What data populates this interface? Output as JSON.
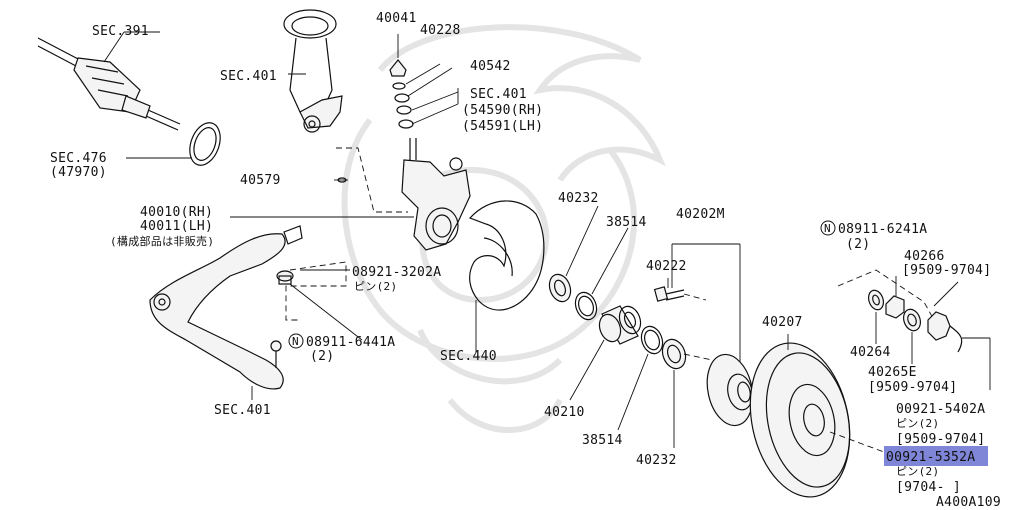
{
  "diagram_id": "A400A109",
  "highlight_color": "#7f86d8",
  "labels": {
    "sec391": "SEC.391",
    "sec401_top": "SEC.401",
    "p40041": "40041",
    "p40228": "40228",
    "p40542": "40542",
    "sec401_mid": "SEC.401",
    "p54590": "(54590(RH)",
    "p54591": "(54591(LH)",
    "sec476": "SEC.476",
    "p47970": "(47970)",
    "p40579": "40579",
    "p40010": "40010(RH)",
    "p40011": "40011(LH)",
    "note_notsold": "(構成部品は非販売)",
    "p08921_3202": "08921-3202A",
    "pin2_a": "ピン(2)",
    "p08911_6441": "08911-6441A",
    "qty2_a": "(2)",
    "sec401_bot": "SEC.401",
    "sec440": "SEC.440",
    "p40232_top": "40232",
    "p38514_top": "38514",
    "p40202m": "40202M",
    "p40222": "40222",
    "p40207": "40207",
    "p40210": "40210",
    "p38514_bot": "38514",
    "p40232_bot": "40232",
    "p08911_6241": "08911-6241A",
    "qty2_b": "(2)",
    "p40266": "40266",
    "range_9509_9704_a": "[9509-9704]",
    "p40264": "40264",
    "p40265e": "40265E",
    "range_9509_9704_b": "[9509-9704]",
    "p00921_5402": "00921-5402A",
    "pin2_b": "ピン(2)",
    "range_9509_9704_c": "[9509-9704]",
    "p00921_5352": "00921-5352A",
    "pin2_c": "ピン(2)",
    "range_9704": "[9704-     ]",
    "n_mark": "N"
  }
}
